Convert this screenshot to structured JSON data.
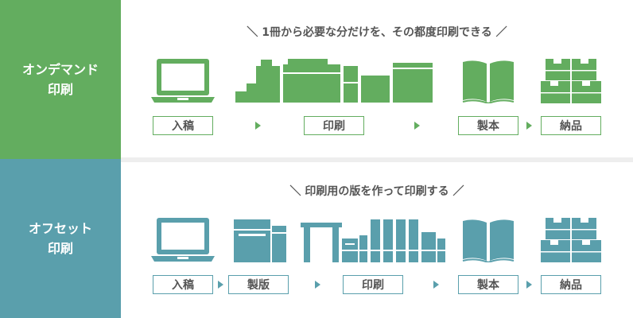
{
  "colors": {
    "green": "#63ad5f",
    "teal": "#5a9fac"
  },
  "icons": {
    "computer": "laptop-icon",
    "printer": "printing-press-icon",
    "book": "book-icon",
    "boxes": "boxes-icon",
    "platemaker": "plate-maker-icon"
  },
  "on_demand": {
    "title_line1": "オンデマンド",
    "title_line2": "印刷",
    "caption": "＼ 1冊から必要な分だけを、その都度印刷できる ／",
    "steps": [
      "入稿",
      "印刷",
      "製本",
      "納品"
    ]
  },
  "offset": {
    "title_line1": "オフセット",
    "title_line2": "印刷",
    "caption": "＼ 印刷用の版を作って印刷する ／",
    "steps": [
      "入稿",
      "製版",
      "印刷",
      "製本",
      "納品"
    ]
  }
}
